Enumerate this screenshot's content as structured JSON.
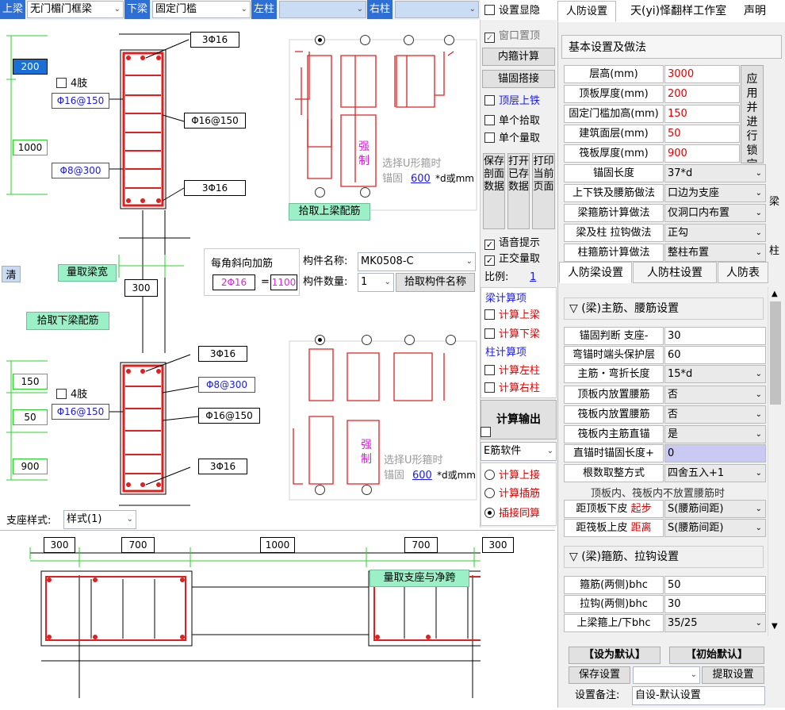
{
  "toolbar": {
    "upper_beam_label": "上梁",
    "upper_beam_value": "无门楣门框梁",
    "lower_beam_label": "下梁",
    "lower_beam_value": "固定门槛",
    "left_col_label": "左柱",
    "left_col_value": "",
    "right_col_label": "右柱",
    "right_col_value": "",
    "show_settings": "设置显隐",
    "tab_civil": "人防设置",
    "studio": "天(yi)怿翻样工作室",
    "statement": "声明"
  },
  "drawing_top": {
    "dim_200": "200",
    "dim_1000": "1000",
    "four_legs": "4肢",
    "stirrup_main": "Φ16@150",
    "stirrup_right": "Φ16@150",
    "tie": "Φ8@300",
    "top_bar": "3Φ16",
    "bottom_bar": "3Φ16"
  },
  "mid": {
    "clear_btn": "清",
    "measure_width_btn": "量取梁宽",
    "width_value": "300",
    "pick_lower_btn": "拾取下梁配筋",
    "pick_upper_btn": "拾取上梁配筋",
    "diag_bar_title": "每角斜向加筋",
    "diag_bar_value": "2Φ16",
    "diag_eq": "=",
    "diag_len": "1100",
    "comp_name_label": "构件名称:",
    "comp_name_value": "MK0508-C",
    "comp_count_label": "构件数量:",
    "comp_count_value": "1",
    "pick_name_btn": "拾取构件名称",
    "support_style_label": "支座样式:",
    "support_style_value": "样式(1)"
  },
  "drawing_bottom": {
    "dim_150": "150",
    "dim_50": "50",
    "dim_900": "900",
    "four_legs": "4肢",
    "stirrup_main": "Φ16@150",
    "stirrup_right": "Φ16@150",
    "tie": "Φ8@300",
    "top_bar": "3Φ16",
    "bottom_bar": "3Φ16"
  },
  "upattern": {
    "force": "强制",
    "choose": "选择U形箍时",
    "anchor_label": "锚固",
    "anchor_value": "600",
    "anchor_unit": "*d或mm"
  },
  "mid_panel": {
    "window_top": "窗口置顶",
    "inner_calc": "内箍计算",
    "anchor_lap": "锚固搭接",
    "top_top_bar": "顶层上铁",
    "single_pick": "单个拾取",
    "single_measure": "单个量取",
    "save_section": "保存剖面数据",
    "open_saved": "打开已存数据",
    "print_page": "打印当前页面",
    "voice_tip": "语音提示",
    "ortho_measure": "正交量取",
    "scale_label": "比例:",
    "scale_value": "1",
    "beam_calc_title": "梁计算项",
    "calc_upper": "计算上梁",
    "calc_lower": "计算下梁",
    "col_calc_title": "柱计算项",
    "calc_left": "计算左柱",
    "calc_right": "计算右柱",
    "calc_output": "计算输出",
    "e_software": "E筋软件",
    "r_upper": "计算上接",
    "r_insert": "计算插筋",
    "r_same": "插接同算"
  },
  "bottom_plan": {
    "dims": [
      "300",
      "700",
      "1000",
      "700",
      "300"
    ],
    "measure_btn": "量取支座与净跨"
  },
  "right": {
    "basic_title": "基本设置及做法",
    "rows": [
      {
        "k": "层高(mm)",
        "v": "3000"
      },
      {
        "k": "顶板厚度(mm)",
        "v": "200"
      },
      {
        "k": "固定门槛加高(mm)",
        "v": "150"
      },
      {
        "k": "建筑面层(mm)",
        "v": "50"
      },
      {
        "k": "筏板厚度(mm)",
        "v": "900"
      }
    ],
    "apply_lock": "应用并进行锁定",
    "dd_rows": [
      {
        "k": "锚固长度",
        "v": "37*d"
      },
      {
        "k": "上下铁及腰筋做法",
        "v": "口边为支座"
      },
      {
        "k": "梁箍筋计算做法",
        "v": "仅洞口内布置"
      },
      {
        "k": "梁及柱 拉钩做法",
        "v": "正勾"
      },
      {
        "k": "柱箍筋计算做法",
        "v": "整柱布置"
      }
    ],
    "side_beam": "梁",
    "side_col": "柱",
    "tabs": [
      "人防梁设置",
      "人防柱设置",
      "人防表"
    ],
    "sec1": "▽ (梁)主筋、腰筋设置",
    "s1_rows": [
      {
        "k": "锚固判断 支座-",
        "v": "30"
      },
      {
        "k": "弯锚时端头保护层",
        "v": "60"
      },
      {
        "k": "主筋・弯折长度",
        "v": "15*d"
      },
      {
        "k": "顶板内放置腰筋",
        "v": "否"
      },
      {
        "k": "筏板内放置腰筋",
        "v": "否"
      },
      {
        "k": "筏板内主筋直锚",
        "v": "是"
      },
      {
        "k": "直锚时锚固长度+",
        "v": "0"
      },
      {
        "k": "根数取整方式",
        "v": "四舍五入+1"
      }
    ],
    "no_waist_note": "顶板内、筏板内不放置腰筋时",
    "dist_top_k1": "距顶板下皮",
    "dist_top_k2": "起步",
    "dist_top_v": "S(腰筋间距)",
    "dist_raft_k1": "距筏板上皮",
    "dist_raft_k2": "距离",
    "dist_raft_v": "S(腰筋间距)",
    "sec2": "▽ (梁)箍筋、拉钩设置",
    "s2_rows": [
      {
        "k": "箍筋(两侧)bhc",
        "v": "50"
      },
      {
        "k": "拉钩(两侧)bhc",
        "v": "30"
      },
      {
        "k": "上梁箍上/下bhc",
        "v": "35/25"
      }
    ],
    "set_default": "【设为默认】",
    "init_default": "【初始默认】",
    "save_settings": "保存设置",
    "fetch_settings": "提取设置",
    "note_label": "设置备注:",
    "note_value": "自设-默认设置"
  }
}
